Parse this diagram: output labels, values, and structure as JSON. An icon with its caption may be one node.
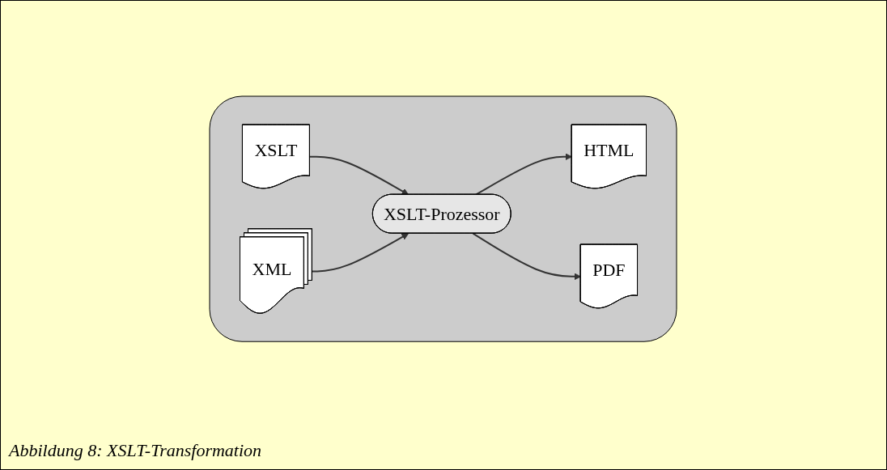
{
  "diagram": {
    "caption": "Abbildung 8: XSLT-Transformation",
    "nodes": [
      {
        "text": [],
        "shape": "box"
      },
      {
        "text": [
          "XSLT"
        ],
        "in": 0
      },
      {
        "text": [
          "XML"
        ],
        "in": 0
      },
      {
        "text": [
          "XSLT-Prozessor"
        ],
        "in": 0
      },
      {
        "text": [
          "HTML"
        ],
        "in": 0
      },
      {
        "text": [
          "PDF"
        ],
        "in": 0
      }
    ],
    "edges": [
      {
        "from": 1,
        "to": 3,
        "arrow": "to"
      },
      {
        "from": 2,
        "to": 3,
        "arrow": "to"
      },
      {
        "from": 3,
        "to": 4,
        "arrow": "to"
      },
      {
        "from": 3,
        "to": 5,
        "arrow": "to"
      }
    ]
  }
}
